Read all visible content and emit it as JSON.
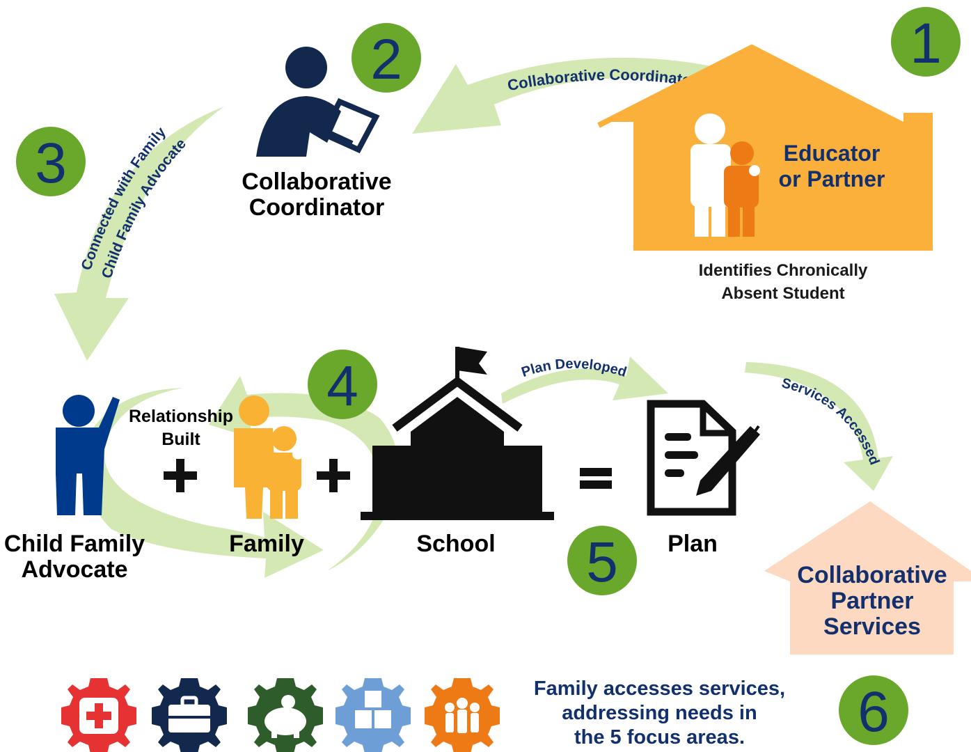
{
  "steps": {
    "s1": "1",
    "s2": "2",
    "s3": "3",
    "s4": "4",
    "s5": "5",
    "s6": "6"
  },
  "nodes": {
    "educator_line1": "Educator",
    "educator_line2": "or Partner",
    "identifies_line1": "Identifies Chronically",
    "identifies_line2": "Absent Student",
    "coordinator_line1": "Collaborative",
    "coordinator_line2": "Coordinator",
    "advocate_line1": "Child Family",
    "advocate_line2": "Advocate",
    "family": "Family",
    "school": "School",
    "plan": "Plan",
    "partner_line1": "Collaborative",
    "partner_line2": "Partner",
    "partner_line3": "Services"
  },
  "arrows": {
    "called": "Collaborative Coordinator Called",
    "connected_line1": "Connected with Family",
    "connected_line2": "Child Family Advocate",
    "relationship_line1": "Relationship",
    "relationship_line2": "Built",
    "plan_developed": "Plan Developed",
    "services_accessed": "Services Accessed"
  },
  "operators": {
    "plus": "+",
    "equals": "="
  },
  "footer": {
    "line1": "Family accesses services,",
    "line2": "addressing needs in",
    "line3": "the 5 focus areas."
  },
  "focus_icons": [
    "health-gear-icon",
    "employment-gear-icon",
    "financial-gear-icon",
    "education-gear-icon",
    "community-gear-icon"
  ],
  "colors": {
    "step_green": "#6aa82c",
    "navy": "#12306e",
    "arrow_green": "#d4e8b4",
    "educator_orange": "#fbb03b",
    "partner_peach": "#fcd9c0",
    "family_yellow": "#f9b233",
    "gear_red": "#e63233",
    "gear_navy": "#12284c",
    "gear_green": "#2e5c2a",
    "gear_blue": "#6d9fd6",
    "gear_orange": "#ee7a16"
  }
}
